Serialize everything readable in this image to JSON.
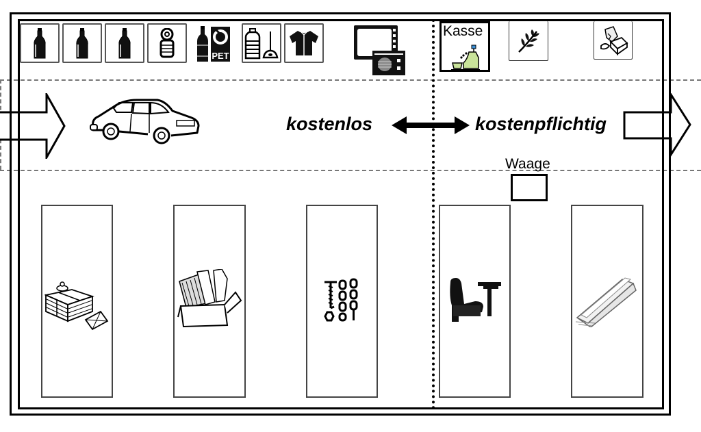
{
  "diagram": {
    "title_hidden": "",
    "zones": {
      "free": {
        "label": "kostenlos"
      },
      "paid": {
        "label": "kostenpflichtig"
      }
    },
    "arrows": {
      "entry": {
        "direction": "right",
        "meaning": "entrance"
      },
      "exit": {
        "direction": "right",
        "meaning": "exit"
      },
      "zone_boundary": {
        "direction": "both"
      }
    },
    "top_row_free": [
      {
        "icon": "bottle-icon",
        "label": "Glass bottle",
        "boxed": true
      },
      {
        "icon": "bottle-icon",
        "label": "Glass bottle",
        "boxed": true
      },
      {
        "icon": "bottle-icon",
        "label": "Glass bottle",
        "boxed": true
      },
      {
        "icon": "tin-can-icon",
        "label": "Tin can",
        "boxed": true
      },
      {
        "icon": "pet-bottle-icon",
        "label": "PET",
        "boxed": false
      },
      {
        "icon": "oil-canister-icon",
        "label": "Oil canister",
        "boxed": true
      },
      {
        "icon": "shirt-icon",
        "label": "Clothing",
        "boxed": true
      },
      {
        "icon": "electronics-icon",
        "label": "Electronics",
        "boxed": false
      }
    ],
    "top_row_paid": [
      {
        "icon": "cash-register-icon",
        "label": "Kasse",
        "boxed": true
      },
      {
        "icon": "green-waste-icon",
        "label": "Green waste",
        "boxed": true
      },
      {
        "icon": "rubble-icon",
        "label": "Rubble",
        "boxed": true
      }
    ],
    "vehicle": {
      "icon": "car-icon"
    },
    "scale": {
      "label": "Waage"
    },
    "containers": [
      {
        "icon": "paper-bundle-icon",
        "zone": "free"
      },
      {
        "icon": "cardboard-box-icon",
        "zone": "free"
      },
      {
        "icon": "scrap-metal-icon",
        "zone": "free"
      },
      {
        "icon": "bulky-furniture-icon",
        "zone": "paid"
      },
      {
        "icon": "wood-icon",
        "zone": "paid"
      }
    ],
    "colors": {
      "line": "#000000",
      "dashed": "#777777",
      "container_border": "#444444",
      "register_accent": "#c9e39a",
      "register_button": "#3b8fd6"
    }
  }
}
